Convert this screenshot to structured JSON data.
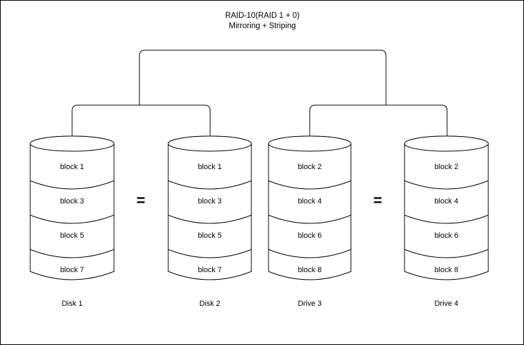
{
  "diagram": {
    "title_line1": "RAID-10(RAID 1 + 0)",
    "title_line2": "Mirroring + Striping",
    "background_color": "#ffffff",
    "stroke_color": "#000000",
    "border_color": "#000000",
    "equality_symbol_1": "=",
    "equality_symbol_2": "=",
    "disks": [
      {
        "label": "Disk 1",
        "blocks": [
          "block 1",
          "block 3",
          "block 5",
          "block 7"
        ]
      },
      {
        "label": "Disk 2",
        "blocks": [
          "block 1",
          "block 3",
          "block 5",
          "block 7"
        ]
      },
      {
        "label": "Drive 3",
        "blocks": [
          "block 2",
          "block 4",
          "block 6",
          "block 8"
        ]
      },
      {
        "label": "Drive 4",
        "blocks": [
          "block 2",
          "block 4",
          "block 6",
          "block 8"
        ]
      }
    ]
  }
}
